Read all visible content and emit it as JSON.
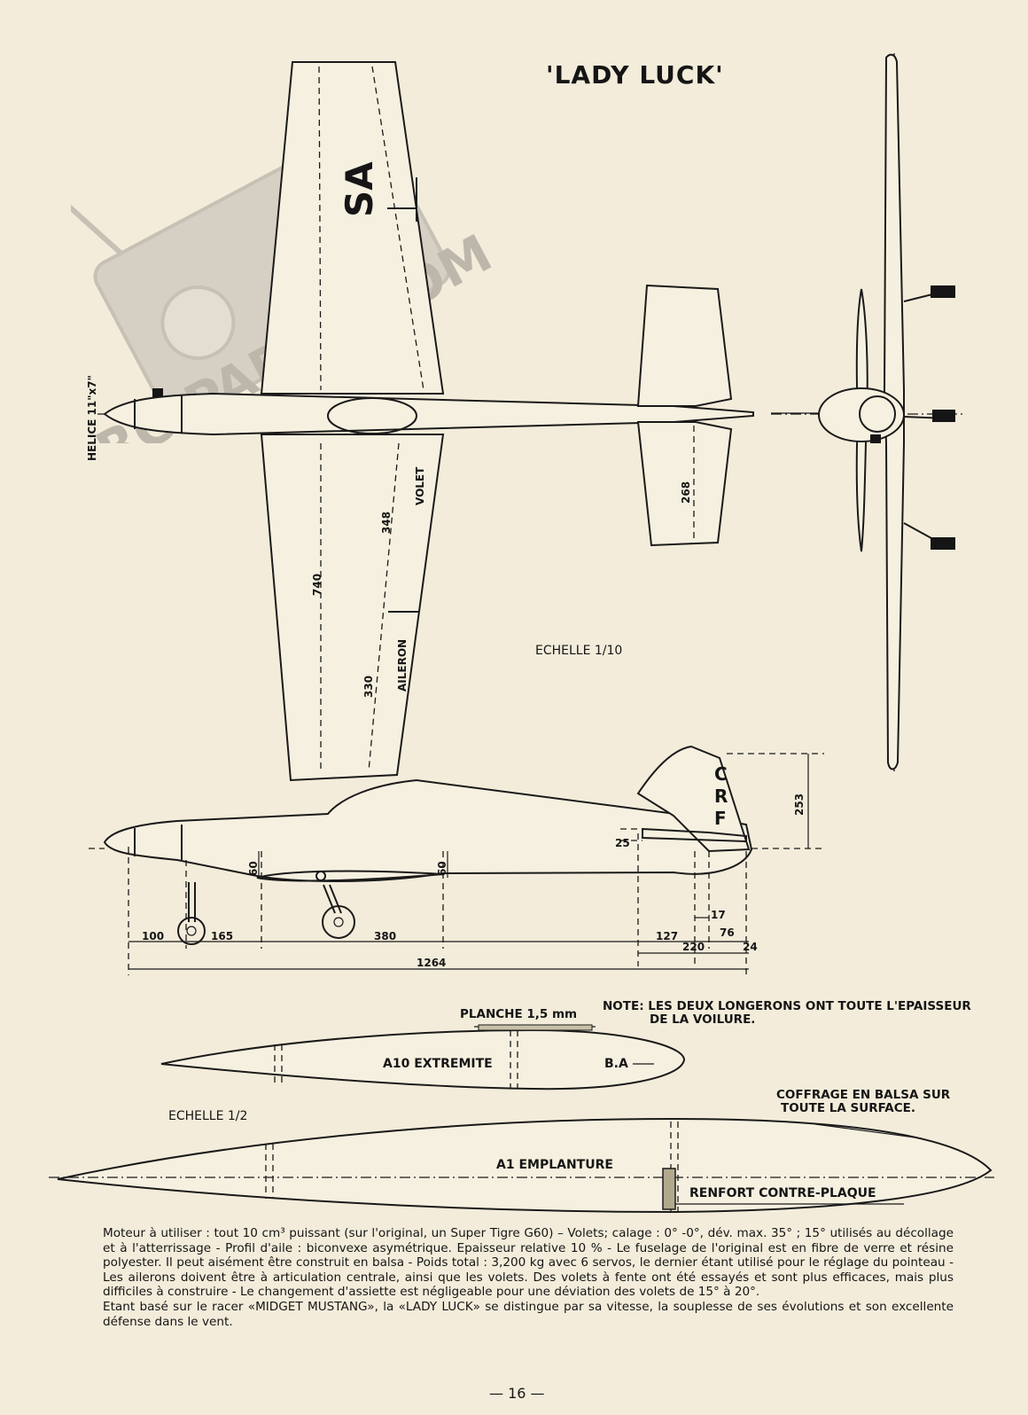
{
  "title": "'LADY LUCK'",
  "top_view": {
    "fuselage_markings": "SA",
    "propeller_label": "HELICE 11\"x7\"",
    "labels": {
      "flap": "VOLET",
      "aileron": "AILERON"
    },
    "dimensions": {
      "span_half": "740",
      "flap_length": "348",
      "aileron_length": "330",
      "stab_half": "268"
    }
  },
  "scale_main": "ECHELLE 1/10",
  "side_view": {
    "fin_markings": [
      "C",
      "R",
      "F"
    ],
    "dimensions": {
      "fin_height": "253",
      "stab_thickness": "25",
      "height_a": "60",
      "height_b": "60",
      "d100": "100",
      "d165": "165",
      "d380": "380",
      "d127": "127",
      "d220": "220",
      "d17": "17",
      "d76": "76",
      "d24": "24",
      "length": "1264"
    }
  },
  "section_view": {
    "note_line1": "NOTE: LES DEUX LONGERONS ONT TOUTE L'EPAISSEUR",
    "note_line2": "DE LA VOILURE.",
    "planche": "PLANCHE 1,5 mm",
    "tip_label": "A10 EXTREMITE",
    "leading_edge": "B.A",
    "scale": "ECHELLE 1/2",
    "coffrage_line1": "COFFRAGE EN BALSA SUR",
    "coffrage_line2": "TOUTE LA SURFACE.",
    "root_label": "A1 EMPLANTURE",
    "renfort": "RENFORT CONTRE-PLAQUE"
  },
  "notes": [
    "Moteur à utiliser : tout 10 cm³ puissant (sur l'original, un Super Tigre G60)  –  Volets; calage : 0° -0°, dév. max. 35° ; 15° utilisés au décollage et à l'atterrissage  -  Profil d'aile : biconvexe asymétrique.  Epaisseur relative 10 %  -  Le fuselage de l'original est en fibre de verre et résine polyester. Il peut aisément être construit en balsa  -  Poids total : 3,200 kg avec 6 servos, le dernier étant utilisé pour le réglage du pointeau  -  Les ailerons doivent être à articulation centrale, ainsi que les volets. Des volets à fente ont été essayés et sont plus efficaces, mais plus difficiles à construire - Le changement d'assiette est négligeable pour une déviation  des volets de 15° à 20°.",
    "Etant basé sur le racer «MIDGET MUSTANG», la «LADY LUCK» se distingue par sa vitesse, la souplesse de ses évolutions et son excellente défense dans le vent."
  ],
  "watermark": "RC-PAPER.COM",
  "page_number": "— 16 —"
}
